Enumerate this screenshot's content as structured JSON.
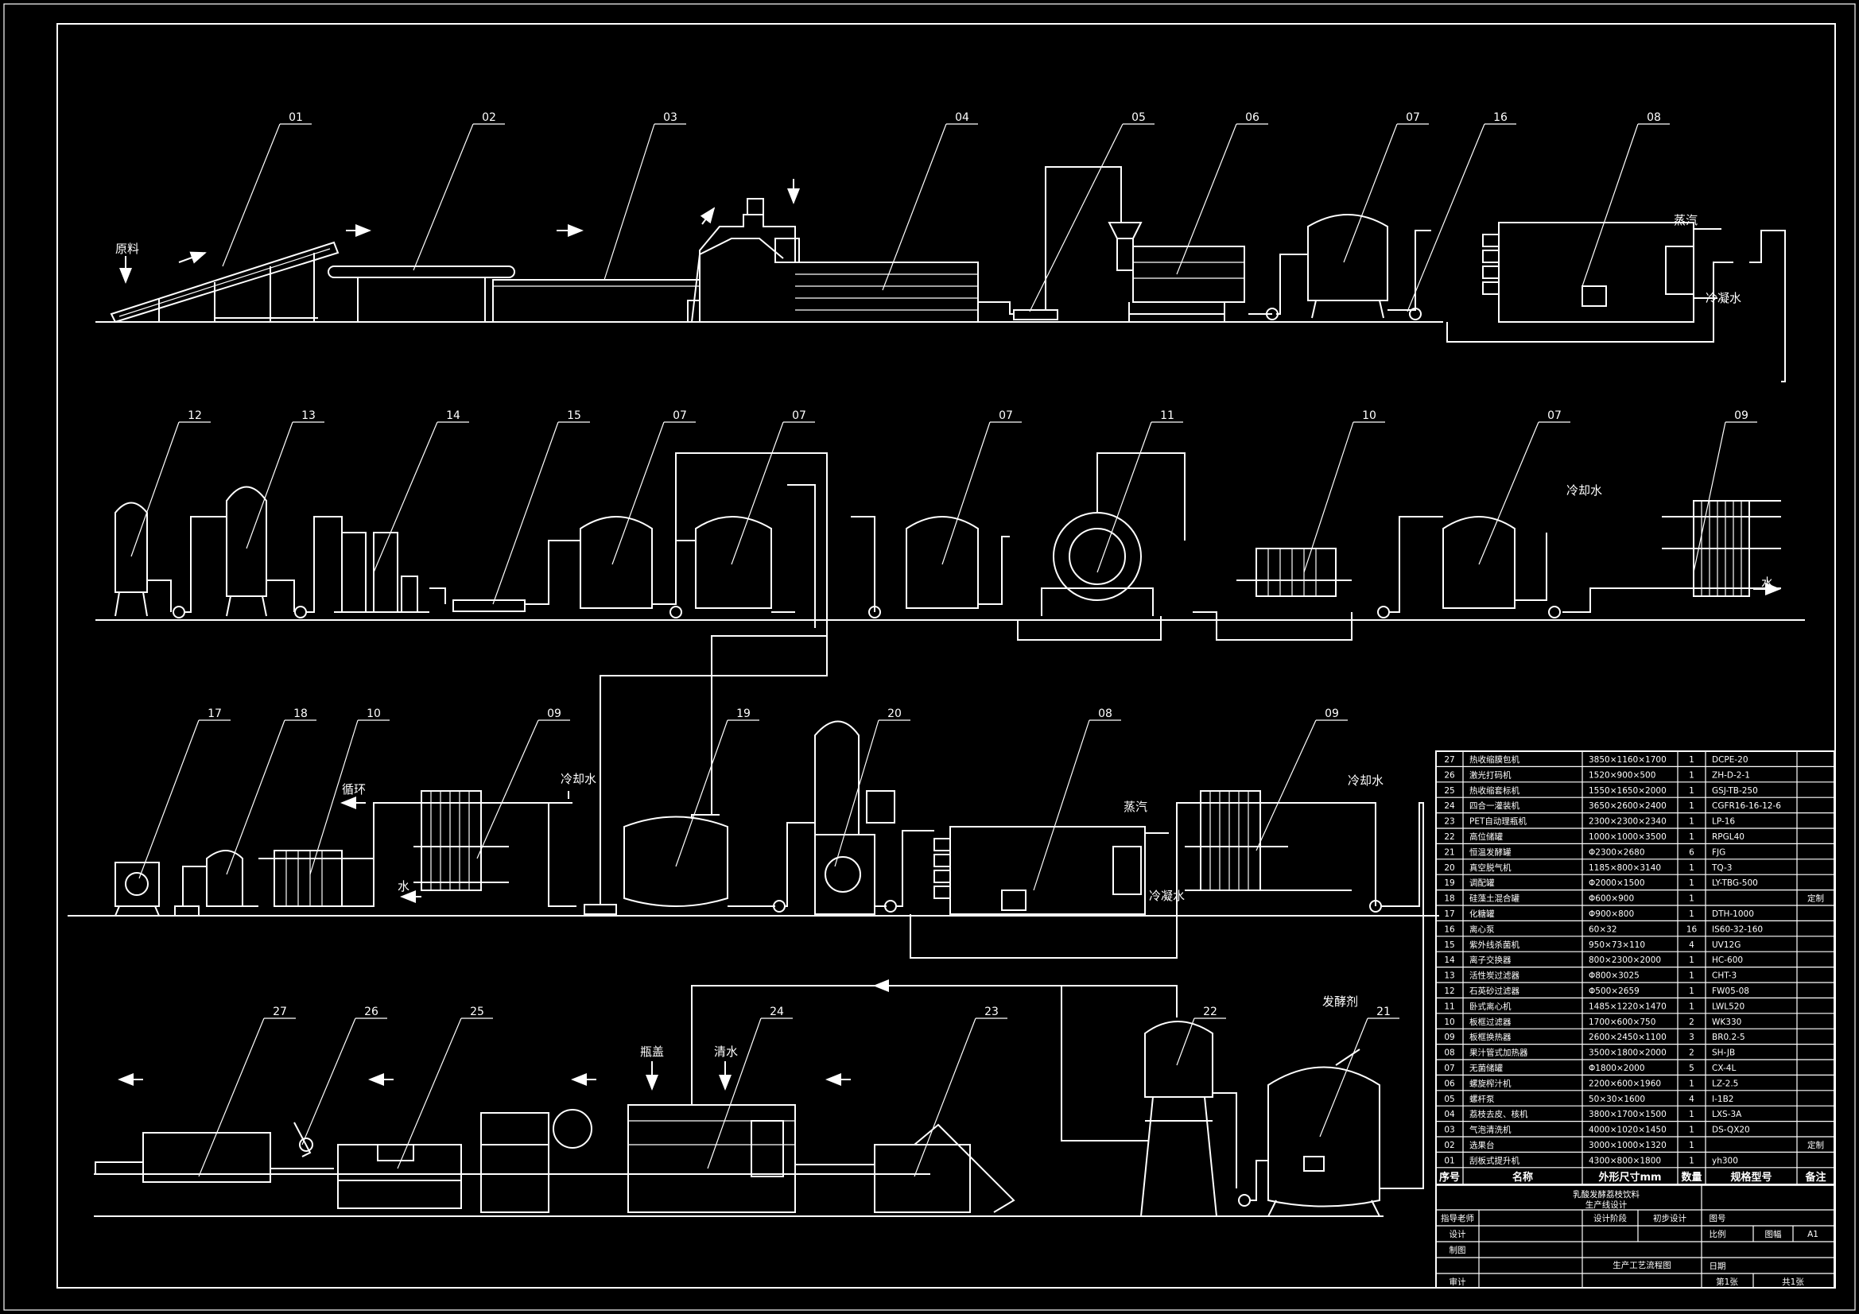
{
  "flow_labels": {
    "raw": "原料",
    "steam1": "蒸汽",
    "cold1": "冷凝水",
    "cool_in1": "冷却水",
    "water1": "水",
    "recycle": "循环",
    "cool_in2": "冷却水",
    "water2": "水",
    "steam2": "蒸汽",
    "cold2": "冷凝水",
    "cool_in3": "冷却水",
    "ferment": "发酵剂",
    "bottle": "瓶盖",
    "clean": "清水"
  },
  "callouts": [
    "01",
    "02",
    "03",
    "04",
    "05",
    "06",
    "07",
    "16",
    "08",
    "12",
    "13",
    "14",
    "15",
    "07",
    "07",
    "07",
    "11",
    "10",
    "07",
    "09",
    "17",
    "18",
    "10",
    "09",
    "19",
    "20",
    "08",
    "09",
    "27",
    "26",
    "25",
    "24",
    "23",
    "22",
    "21"
  ],
  "bom": {
    "headers": {
      "no": "序号",
      "name": "名称",
      "size": "外形尺寸mm",
      "qty": "数量",
      "model": "规格型号",
      "note": "备注"
    },
    "rows": [
      {
        "no": "27",
        "name": "热收缩膜包机",
        "size": "3850×1160×1700",
        "qty": "1",
        "model": "DCPE-20",
        "note": ""
      },
      {
        "no": "26",
        "name": "激光打码机",
        "size": "1520×900×500",
        "qty": "1",
        "model": "ZH-D-2-1",
        "note": ""
      },
      {
        "no": "25",
        "name": "热收缩套标机",
        "size": "1550×1650×2000",
        "qty": "1",
        "model": "GSJ-TB-250",
        "note": ""
      },
      {
        "no": "24",
        "name": "四合一灌装机",
        "size": "3650×2600×2400",
        "qty": "1",
        "model": "CGFR16-16-12-6",
        "note": ""
      },
      {
        "no": "23",
        "name": "PET自动理瓶机",
        "size": "2300×2300×2340",
        "qty": "1",
        "model": "LP-16",
        "note": ""
      },
      {
        "no": "22",
        "name": "高位储罐",
        "size": "1000×1000×3500",
        "qty": "1",
        "model": "RPGL40",
        "note": ""
      },
      {
        "no": "21",
        "name": "恒温发酵罐",
        "size": "Φ2300×2680",
        "qty": "6",
        "model": "FJG",
        "note": ""
      },
      {
        "no": "20",
        "name": "真空脱气机",
        "size": "1185×800×3140",
        "qty": "1",
        "model": "TQ-3",
        "note": ""
      },
      {
        "no": "19",
        "name": "调配罐",
        "size": "Φ2000×1500",
        "qty": "1",
        "model": "LY-TBG-500",
        "note": ""
      },
      {
        "no": "18",
        "name": "硅藻土混合罐",
        "size": "Φ600×900",
        "qty": "1",
        "model": "",
        "note": "定制"
      },
      {
        "no": "17",
        "name": "化糖罐",
        "size": "Φ900×800",
        "qty": "1",
        "model": "DTH-1000",
        "note": ""
      },
      {
        "no": "16",
        "name": "离心泵",
        "size": "60×32",
        "qty": "16",
        "model": "IS60-32-160",
        "note": ""
      },
      {
        "no": "15",
        "name": "紫外线杀菌机",
        "size": "950×73×110",
        "qty": "4",
        "model": "UV12G",
        "note": ""
      },
      {
        "no": "14",
        "name": "离子交换器",
        "size": "800×2300×2000",
        "qty": "1",
        "model": "HC-600",
        "note": ""
      },
      {
        "no": "13",
        "name": "活性炭过滤器",
        "size": "Φ800×3025",
        "qty": "1",
        "model": "CHT-3",
        "note": ""
      },
      {
        "no": "12",
        "name": "石英砂过滤器",
        "size": "Φ500×2659",
        "qty": "1",
        "model": "FW05-08",
        "note": ""
      },
      {
        "no": "11",
        "name": "卧式离心机",
        "size": "1485×1220×1470",
        "qty": "1",
        "model": "LWL520",
        "note": ""
      },
      {
        "no": "10",
        "name": "板框过滤器",
        "size": "1700×600×750",
        "qty": "2",
        "model": "WK330",
        "note": ""
      },
      {
        "no": "09",
        "name": "板框换热器",
        "size": "2600×2450×1100",
        "qty": "3",
        "model": "BR0.2-5",
        "note": ""
      },
      {
        "no": "08",
        "name": "果汁管式加热器",
        "size": "3500×1800×2000",
        "qty": "2",
        "model": "SH-JB",
        "note": ""
      },
      {
        "no": "07",
        "name": "无菌储罐",
        "size": "Φ1800×2000",
        "qty": "5",
        "model": "CX-4L",
        "note": ""
      },
      {
        "no": "06",
        "name": "螺旋榨汁机",
        "size": "2200×600×1960",
        "qty": "1",
        "model": "LZ-2.5",
        "note": ""
      },
      {
        "no": "05",
        "name": "螺杆泵",
        "size": "50×30×1600",
        "qty": "4",
        "model": "I-1B2",
        "note": ""
      },
      {
        "no": "04",
        "name": "荔枝去皮、核机",
        "size": "3800×1700×1500",
        "qty": "1",
        "model": "LXS-3A",
        "note": ""
      },
      {
        "no": "03",
        "name": "气泡清洗机",
        "size": "4000×1020×1450",
        "qty": "1",
        "model": "DS-QX20",
        "note": ""
      },
      {
        "no": "02",
        "name": "选果台",
        "size": "3000×1000×1320",
        "qty": "1",
        "model": "",
        "note": "定制"
      },
      {
        "no": "01",
        "name": "刮板式提升机",
        "size": "4300×800×1800",
        "qty": "1",
        "model": "yh300",
        "note": ""
      }
    ]
  },
  "title_block": {
    "project_line1": "乳酸发酵荔枝饮料",
    "project_line2": "生产线设计",
    "instructor": "指导老师",
    "stage": "设计阶段",
    "stage_value": "初步设计",
    "drawing_no": "图号",
    "design": "设计",
    "scale": "比例",
    "sheet_size_label": "图幅",
    "sheet_size": "A1",
    "draw": "制图",
    "drawing_name": "生产工艺流程图",
    "date": "日期",
    "review": "审计",
    "sheet_no": "第1张",
    "sheet_total": "共1张"
  }
}
